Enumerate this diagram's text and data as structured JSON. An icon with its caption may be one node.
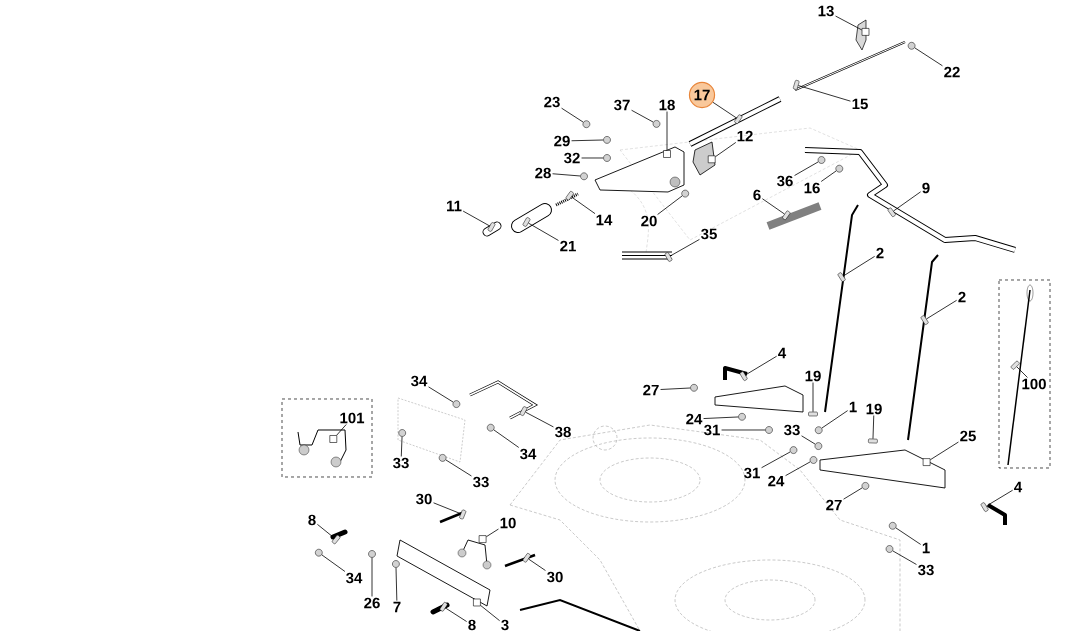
{
  "diagram": {
    "nodes": [
      {
        "text": [
          "13"
        ]
      },
      {
        "text": [
          "22"
        ]
      },
      {
        "text": [
          "23"
        ]
      },
      {
        "text": [
          "37"
        ]
      },
      {
        "text": [
          "18"
        ]
      },
      {
        "text": [
          "17"
        ]
      },
      {
        "text": [
          "15"
        ]
      },
      {
        "text": [
          "12"
        ]
      },
      {
        "text": [
          "29"
        ]
      },
      {
        "text": [
          "32"
        ]
      },
      {
        "text": [
          "28"
        ]
      },
      {
        "text": [
          "36"
        ]
      },
      {
        "text": [
          "16"
        ]
      },
      {
        "text": [
          "9"
        ]
      },
      {
        "text": [
          "6"
        ]
      },
      {
        "text": [
          "11"
        ]
      },
      {
        "text": [
          "14"
        ]
      },
      {
        "text": [
          "20"
        ]
      },
      {
        "text": [
          "21"
        ]
      },
      {
        "text": [
          "35"
        ]
      },
      {
        "text": [
          "2"
        ]
      },
      {
        "text": [
          "2"
        ]
      },
      {
        "text": [
          "100"
        ]
      },
      {
        "text": [
          "101"
        ]
      },
      {
        "text": [
          "34"
        ]
      },
      {
        "text": [
          "4"
        ]
      },
      {
        "text": [
          "27"
        ]
      },
      {
        "text": [
          "19"
        ]
      },
      {
        "text": [
          "1"
        ]
      },
      {
        "text": [
          "19"
        ]
      },
      {
        "text": [
          "38"
        ]
      },
      {
        "text": [
          "24"
        ]
      },
      {
        "text": [
          "31"
        ]
      },
      {
        "text": [
          "33"
        ]
      },
      {
        "text": [
          "25"
        ]
      },
      {
        "text": [
          "34"
        ]
      },
      {
        "text": [
          "33"
        ]
      },
      {
        "text": [
          "33"
        ]
      },
      {
        "text": [
          "31"
        ]
      },
      {
        "text": [
          "24"
        ]
      },
      {
        "text": [
          "4"
        ]
      },
      {
        "text": [
          "27"
        ]
      },
      {
        "text": [
          "30"
        ]
      },
      {
        "text": [
          "10"
        ]
      },
      {
        "text": [
          "8"
        ]
      },
      {
        "text": [
          "1"
        ]
      },
      {
        "text": [
          "33"
        ]
      },
      {
        "text": [
          "34"
        ]
      },
      {
        "text": [
          "30"
        ]
      },
      {
        "text": [
          "26"
        ]
      },
      {
        "text": [
          "7"
        ]
      },
      {
        "text": [
          "8"
        ]
      },
      {
        "text": [
          "3"
        ]
      },
      {
        "text": [],
        "shape": "box"
      },
      {
        "text": [],
        "shape": "circle"
      },
      {
        "text": [],
        "shape": "circle"
      },
      {
        "text": [],
        "shape": "circle"
      },
      {
        "text": [],
        "shape": "box"
      },
      {
        "text": [],
        "shape": "bar"
      },
      {
        "text": [],
        "shape": "bar"
      },
      {
        "text": [],
        "shape": "box"
      },
      {
        "text": [],
        "shape": "circle"
      },
      {
        "text": [],
        "shape": "circle"
      },
      {
        "text": [],
        "shape": "circle"
      },
      {
        "text": [],
        "shape": "circle"
      },
      {
        "text": [],
        "shape": "circle"
      },
      {
        "text": [],
        "shape": "bar"
      },
      {
        "text": [],
        "shape": "bar"
      },
      {
        "text": [],
        "shape": "bar"
      },
      {
        "text": [],
        "shape": "bar"
      },
      {
        "text": [],
        "shape": "circle"
      },
      {
        "text": [],
        "shape": "bar"
      },
      {
        "text": [],
        "shape": "bar"
      },
      {
        "text": [],
        "shape": "bar"
      },
      {
        "text": [],
        "shape": "bar"
      },
      {
        "text": [],
        "shape": "bar"
      },
      {
        "text": [],
        "shape": "box"
      },
      {
        "text": [],
        "shape": "circle"
      },
      {
        "text": [],
        "shape": "bar"
      },
      {
        "text": [],
        "shape": "circle"
      },
      {
        "text": [],
        "shape": "bar"
      },
      {
        "text": [],
        "shape": "circle"
      },
      {
        "text": [],
        "shape": "bar"
      },
      {
        "text": [],
        "shape": "bar"
      },
      {
        "text": [],
        "shape": "circle"
      },
      {
        "text": [],
        "shape": "circle"
      },
      {
        "text": [],
        "shape": "circle"
      },
      {
        "text": [],
        "shape": "box"
      },
      {
        "text": [],
        "shape": "circle"
      },
      {
        "text": [],
        "shape": "circle"
      },
      {
        "text": [],
        "shape": "circle"
      },
      {
        "text": [],
        "shape": "circle"
      },
      {
        "text": [],
        "shape": "circle"
      },
      {
        "text": [],
        "shape": "bar"
      },
      {
        "text": [],
        "shape": "circle"
      },
      {
        "text": [],
        "shape": "bar"
      },
      {
        "text": [],
        "shape": "box"
      },
      {
        "text": [],
        "shape": "bar"
      },
      {
        "text": [],
        "shape": "circle"
      },
      {
        "text": [],
        "shape": "circle"
      },
      {
        "text": [],
        "shape": "circle"
      },
      {
        "text": [],
        "shape": "bar"
      },
      {
        "text": [],
        "shape": "circle"
      },
      {
        "text": [],
        "shape": "circle"
      },
      {
        "text": [],
        "shape": "bar"
      },
      {
        "text": [],
        "shape": "box"
      }
    ],
    "edges": [
      {
        "from": 0,
        "to": 53,
        "arrow": "none"
      },
      {
        "from": 1,
        "to": 54,
        "arrow": "none"
      },
      {
        "from": 2,
        "to": 55,
        "arrow": "none"
      },
      {
        "from": 3,
        "to": 56,
        "arrow": "none"
      },
      {
        "from": 4,
        "to": 57,
        "arrow": "none"
      },
      {
        "from": 5,
        "to": 58,
        "arrow": "none"
      },
      {
        "from": 6,
        "to": 59,
        "arrow": "none"
      },
      {
        "from": 7,
        "to": 60,
        "arrow": "none"
      },
      {
        "from": 8,
        "to": 61,
        "arrow": "none"
      },
      {
        "from": 9,
        "to": 62,
        "arrow": "none"
      },
      {
        "from": 10,
        "to": 63,
        "arrow": "none"
      },
      {
        "from": 11,
        "to": 64,
        "arrow": "none"
      },
      {
        "from": 12,
        "to": 65,
        "arrow": "none"
      },
      {
        "from": 13,
        "to": 66,
        "arrow": "none"
      },
      {
        "from": 14,
        "to": 67,
        "arrow": "none"
      },
      {
        "from": 15,
        "to": 68,
        "arrow": "none"
      },
      {
        "from": 16,
        "to": 69,
        "arrow": "none"
      },
      {
        "from": 17,
        "to": 70,
        "arrow": "none"
      },
      {
        "from": 18,
        "to": 71,
        "arrow": "none"
      },
      {
        "from": 19,
        "to": 72,
        "arrow": "none"
      },
      {
        "from": 20,
        "to": 73,
        "arrow": "none"
      },
      {
        "from": 21,
        "to": 74,
        "arrow": "none"
      },
      {
        "from": 22,
        "to": 75,
        "arrow": "none"
      },
      {
        "from": 23,
        "to": 76,
        "arrow": "none"
      },
      {
        "from": 24,
        "to": 77,
        "arrow": "none"
      },
      {
        "from": 25,
        "to": 78,
        "arrow": "none"
      },
      {
        "from": 26,
        "to": 79,
        "arrow": "none"
      },
      {
        "from": 27,
        "to": 80,
        "arrow": "none"
      },
      {
        "from": 28,
        "to": 81,
        "arrow": "none"
      },
      {
        "from": 29,
        "to": 82,
        "arrow": "none"
      },
      {
        "from": 30,
        "to": 83,
        "arrow": "none"
      },
      {
        "from": 31,
        "to": 84,
        "arrow": "none"
      },
      {
        "from": 32,
        "to": 85,
        "arrow": "none"
      },
      {
        "from": 33,
        "to": 86,
        "arrow": "none"
      },
      {
        "from": 34,
        "to": 87,
        "arrow": "none"
      },
      {
        "from": 35,
        "to": 88,
        "arrow": "none"
      },
      {
        "from": 36,
        "to": 89,
        "arrow": "none"
      },
      {
        "from": 37,
        "to": 90,
        "arrow": "none"
      },
      {
        "from": 38,
        "to": 91,
        "arrow": "none"
      },
      {
        "from": 39,
        "to": 92,
        "arrow": "none"
      },
      {
        "from": 40,
        "to": 93,
        "arrow": "none"
      },
      {
        "from": 41,
        "to": 94,
        "arrow": "none"
      },
      {
        "from": 42,
        "to": 95,
        "arrow": "none"
      },
      {
        "from": 43,
        "to": 96,
        "arrow": "none"
      },
      {
        "from": 44,
        "to": 97,
        "arrow": "none"
      },
      {
        "from": 45,
        "to": 98,
        "arrow": "none"
      },
      {
        "from": 46,
        "to": 99,
        "arrow": "none"
      },
      {
        "from": 47,
        "to": 100,
        "arrow": "none"
      },
      {
        "from": 48,
        "to": 101,
        "arrow": "none"
      },
      {
        "from": 49,
        "to": 102,
        "arrow": "none"
      },
      {
        "from": 50,
        "to": 103,
        "arrow": "none"
      },
      {
        "from": 51,
        "to": 104,
        "arrow": "none"
      },
      {
        "from": 52,
        "to": 105,
        "arrow": "none"
      }
    ]
  }
}
